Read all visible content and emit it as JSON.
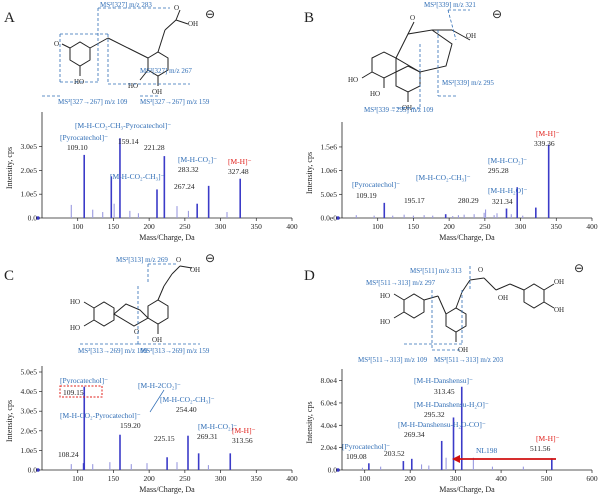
{
  "colors": {
    "blue": "#2f6db5",
    "red": "#e0201b",
    "peak": "#3b3bc8",
    "minor": "#9a9ae0",
    "arrow": "#d01010"
  },
  "panels": [
    {
      "id": "A",
      "letter": "A",
      "charge": "⊖",
      "ms_annotations": [
        "MS²[327] m/z 283",
        "MS²[327] m/z 267",
        "MS³[327→267] m/z 109",
        "MS³[327→267] m/z 159"
      ],
      "peak_labels": [
        {
          "text": "[M-H-CO₂-CH₃-Pyrocatechol]⁻",
          "color": "blue"
        },
        {
          "text": "159.14",
          "color": "black"
        },
        {
          "text": "[Pyrocatechol]⁻",
          "color": "blue"
        },
        {
          "text": "109.10",
          "color": "black"
        },
        {
          "text": "221.28",
          "color": "black"
        },
        {
          "text": "[M-H-CO₂]⁻",
          "color": "blue"
        },
        {
          "text": "283.32",
          "color": "black"
        },
        {
          "text": "[M-H-CO₂-CH₃]⁻",
          "color": "blue"
        },
        {
          "text": "267.24",
          "color": "black"
        },
        {
          "text": "[M-H]⁻",
          "color": "red"
        },
        {
          "text": "327.48",
          "color": "black"
        }
      ]
    },
    {
      "id": "B",
      "letter": "B",
      "charge": "⊖",
      "ms_annotations": [
        "MS²[339] m/z 321",
        "MS²[339] m/z 295",
        "MS³[339→295] m/z 109"
      ],
      "peak_labels": [
        {
          "text": "[M-H]⁻",
          "color": "red"
        },
        {
          "text": "339.36",
          "color": "black"
        },
        {
          "text": "[M-H-CO₂]⁻",
          "color": "blue"
        },
        {
          "text": "295.28",
          "color": "black"
        },
        {
          "text": "[Pyrocatechol]⁻",
          "color": "blue"
        },
        {
          "text": "109.19",
          "color": "black"
        },
        {
          "text": "[M-H-CO₂-CH₃]⁻",
          "color": "blue"
        },
        {
          "text": "[M-H-H₂O]⁻",
          "color": "blue"
        },
        {
          "text": "195.17",
          "color": "black"
        },
        {
          "text": "280.29",
          "color": "black"
        },
        {
          "text": "321.34",
          "color": "black"
        }
      ]
    },
    {
      "id": "C",
      "letter": "C",
      "charge": "⊖",
      "ms_annotations": [
        "MS²[313] m/z 269",
        "MS³[313→269] m/z 109",
        "MS³[313→269] m/z 159"
      ],
      "peak_labels": [
        {
          "text": "[Pyrocatechol]⁻",
          "color": "blue"
        },
        {
          "text": "109.15",
          "color": "black"
        },
        {
          "text": "[M-H-2CO₂]⁻",
          "color": "blue"
        },
        {
          "text": "[M-H-CO₂-CH₃]⁻",
          "color": "blue"
        },
        {
          "text": "254.40",
          "color": "black"
        },
        {
          "text": "[M-H-CO₂-Pyrocatechol]⁻",
          "color": "blue"
        },
        {
          "text": "159.20",
          "color": "black"
        },
        {
          "text": "[M-H-CO₂]⁻",
          "color": "blue"
        },
        {
          "text": "269.31",
          "color": "black"
        },
        {
          "text": "[M-H]⁻",
          "color": "red"
        },
        {
          "text": "313.56",
          "color": "black"
        },
        {
          "text": "225.15",
          "color": "black"
        },
        {
          "text": "108.24",
          "color": "black"
        }
      ]
    },
    {
      "id": "D",
      "letter": "D",
      "charge": "⊖",
      "ms_annotations": [
        "MS²[511] m/z 313",
        "MS³[511→313] m/z 297",
        "MS³[511→313] m/z 109",
        "MS³[511→313] m/z 203"
      ],
      "peak_labels": [
        {
          "text": "[M-H-Danshensu]⁻",
          "color": "blue"
        },
        {
          "text": "313.45",
          "color": "black"
        },
        {
          "text": "[M-H-Danshensu-H₂O]⁻",
          "color": "blue"
        },
        {
          "text": "295.32",
          "color": "black"
        },
        {
          "text": "[M-H-Danshensu-H₂O-CO]⁻",
          "color": "blue"
        },
        {
          "text": "269.34",
          "color": "black"
        },
        {
          "text": "[Pyrocatechol]⁻",
          "color": "blue"
        },
        {
          "text": "109.08",
          "color": "black"
        },
        {
          "text": "203.52",
          "color": "black"
        },
        {
          "text": "NL198",
          "color": "blue"
        },
        {
          "text": "[M-H]⁻",
          "color": "red"
        },
        {
          "text": "511.56",
          "color": "black"
        }
      ]
    }
  ],
  "chart_data": [
    {
      "panel": "A",
      "type": "bar",
      "xlabel": "Mass/Charge, Da",
      "ylabel": "Intensity, cps",
      "xlim": [
        50,
        400
      ],
      "ylim": [
        0,
        420000.0
      ],
      "xticks": [
        "100",
        "150",
        "200",
        "250",
        "300",
        "350",
        "400"
      ],
      "yticks": [
        "0.0",
        "1.0e5",
        "2.0e5",
        "3.0e5"
      ],
      "peaks": [
        {
          "x": 91,
          "y": 55000.0,
          "major": false
        },
        {
          "x": 109.1,
          "y": 265000.0,
          "major": true
        },
        {
          "x": 121,
          "y": 35000.0,
          "major": false
        },
        {
          "x": 135,
          "y": 25000.0,
          "major": false
        },
        {
          "x": 147,
          "y": 175000.0,
          "major": true
        },
        {
          "x": 151,
          "y": 60000.0,
          "major": false
        },
        {
          "x": 159.14,
          "y": 335000.0,
          "major": true
        },
        {
          "x": 173,
          "y": 30000.0,
          "major": false
        },
        {
          "x": 185,
          "y": 20000.0,
          "major": false
        },
        {
          "x": 211,
          "y": 120000.0,
          "major": true
        },
        {
          "x": 221.28,
          "y": 260000.0,
          "major": true
        },
        {
          "x": 239,
          "y": 50000.0,
          "major": false
        },
        {
          "x": 255,
          "y": 30000.0,
          "major": false
        },
        {
          "x": 267.24,
          "y": 60000.0,
          "major": true
        },
        {
          "x": 283.32,
          "y": 135000.0,
          "major": true
        },
        {
          "x": 309,
          "y": 25000.0,
          "major": false
        },
        {
          "x": 327.48,
          "y": 165000.0,
          "major": true
        }
      ]
    },
    {
      "panel": "B",
      "type": "bar",
      "xlabel": "Mass/Charge, Da",
      "ylabel": "Intensity, cps",
      "xlim": [
        50,
        400
      ],
      "ylim": [
        0,
        1900000.0
      ],
      "xticks": [
        "100",
        "150",
        "200",
        "250",
        "300",
        "350",
        "400"
      ],
      "yticks": [
        "0.0e0",
        "5.0e5",
        "1.0e6",
        "1.5e6"
      ],
      "peaks": [
        {
          "x": 70,
          "y": 60000.0,
          "major": false
        },
        {
          "x": 95,
          "y": 50000.0,
          "major": false
        },
        {
          "x": 109.19,
          "y": 320000.0,
          "major": true
        },
        {
          "x": 121,
          "y": 50000.0,
          "major": false
        },
        {
          "x": 137,
          "y": 70000.0,
          "major": false
        },
        {
          "x": 150,
          "y": 50000.0,
          "major": false
        },
        {
          "x": 165,
          "y": 60000.0,
          "major": false
        },
        {
          "x": 177,
          "y": 50000.0,
          "major": false
        },
        {
          "x": 195.17,
          "y": 80000.0,
          "major": true
        },
        {
          "x": 205,
          "y": 40000.0,
          "major": false
        },
        {
          "x": 213,
          "y": 60000.0,
          "major": false
        },
        {
          "x": 221,
          "y": 70000.0,
          "major": false
        },
        {
          "x": 235,
          "y": 80000.0,
          "major": false
        },
        {
          "x": 249,
          "y": 110000.0,
          "major": false
        },
        {
          "x": 251,
          "y": 180000.0,
          "major": false
        },
        {
          "x": 263,
          "y": 60000.0,
          "major": false
        },
        {
          "x": 267,
          "y": 100000.0,
          "major": false
        },
        {
          "x": 280.29,
          "y": 200000.0,
          "major": true
        },
        {
          "x": 287,
          "y": 80000.0,
          "major": false
        },
        {
          "x": 295.28,
          "y": 650000.0,
          "major": true
        },
        {
          "x": 303,
          "y": 50000.0,
          "major": false
        },
        {
          "x": 321.34,
          "y": 220000.0,
          "major": true
        },
        {
          "x": 339.36,
          "y": 1550000.0,
          "major": true
        }
      ]
    },
    {
      "panel": "C",
      "type": "bar",
      "xlabel": "Mass/Charge, Da",
      "ylabel": "Intensity, cps",
      "xlim": [
        50,
        400
      ],
      "ylim": [
        0,
        500000.0
      ],
      "xticks": [
        "100",
        "150",
        "200",
        "250",
        "300",
        "350",
        "400"
      ],
      "yticks": [
        "0.0",
        "1.0e5",
        "2.0e5",
        "3.0e5",
        "4.0e5",
        "5.0e5"
      ],
      "peaks": [
        {
          "x": 91,
          "y": 30000.0,
          "major": false
        },
        {
          "x": 108.24,
          "y": 35000.0,
          "major": true
        },
        {
          "x": 109.15,
          "y": 425000.0,
          "major": true
        },
        {
          "x": 121,
          "y": 30000.0,
          "major": false
        },
        {
          "x": 145,
          "y": 40000.0,
          "major": false
        },
        {
          "x": 159.2,
          "y": 180000.0,
          "major": true
        },
        {
          "x": 175,
          "y": 30000.0,
          "major": false
        },
        {
          "x": 197,
          "y": 35000.0,
          "major": false
        },
        {
          "x": 225.15,
          "y": 65000.0,
          "major": true
        },
        {
          "x": 239,
          "y": 40000.0,
          "major": false
        },
        {
          "x": 254.4,
          "y": 175000.0,
          "major": true
        },
        {
          "x": 269.31,
          "y": 85000.0,
          "major": true
        },
        {
          "x": 283,
          "y": 25000.0,
          "major": false
        },
        {
          "x": 313.56,
          "y": 85000.0,
          "major": true
        }
      ]
    },
    {
      "panel": "D",
      "type": "bar",
      "xlabel": "Mass/Charge, Da",
      "ylabel": "Intensity, cps",
      "xlim": [
        50,
        600
      ],
      "ylim": [
        0,
        85000.0
      ],
      "xticks": [
        "100",
        "200",
        "300",
        "400",
        "500",
        "600"
      ],
      "yticks": [
        "0.0",
        "2.0e4",
        "4.0e4",
        "6.0e4",
        "8.0e4"
      ],
      "peaks": [
        {
          "x": 95,
          "y": 2000.0,
          "major": false
        },
        {
          "x": 109.08,
          "y": 6000.0,
          "major": true
        },
        {
          "x": 135,
          "y": 3000.0,
          "major": false
        },
        {
          "x": 185,
          "y": 8000.0,
          "major": true
        },
        {
          "x": 203.52,
          "y": 10000.0,
          "major": true
        },
        {
          "x": 225,
          "y": 5000.0,
          "major": false
        },
        {
          "x": 241,
          "y": 4000.0,
          "major": false
        },
        {
          "x": 269.34,
          "y": 26000.0,
          "major": true
        },
        {
          "x": 279,
          "y": 11000.0,
          "major": false
        },
        {
          "x": 295.32,
          "y": 47000.0,
          "major": true
        },
        {
          "x": 313.45,
          "y": 74500.0,
          "major": true
        },
        {
          "x": 339,
          "y": 11000.0,
          "major": false
        },
        {
          "x": 381,
          "y": 3000.0,
          "major": false
        },
        {
          "x": 449,
          "y": 3000.0,
          "major": false
        },
        {
          "x": 511.56,
          "y": 10500.0,
          "major": true
        }
      ]
    }
  ]
}
